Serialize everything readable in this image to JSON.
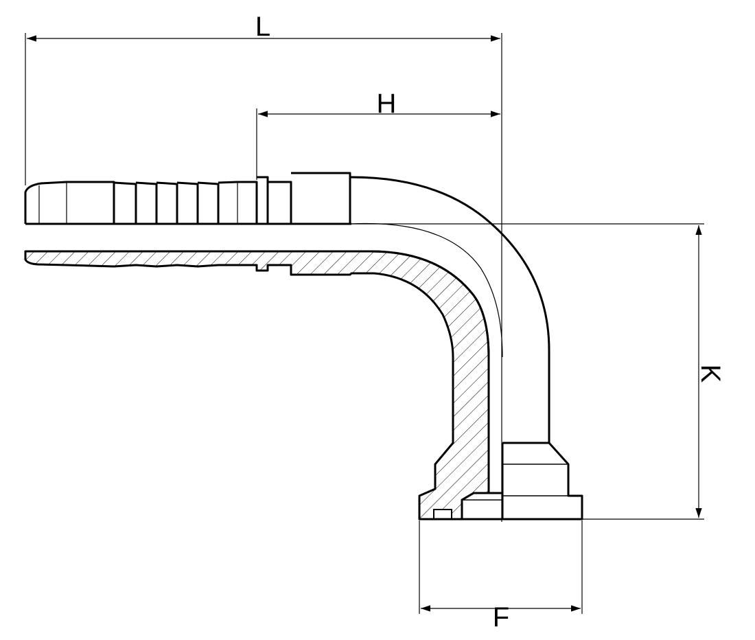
{
  "dimensions": {
    "L": "L",
    "H": "H",
    "K": "K",
    "F": "F"
  },
  "colors": {
    "line": "#000000",
    "background": "#ffffff"
  }
}
